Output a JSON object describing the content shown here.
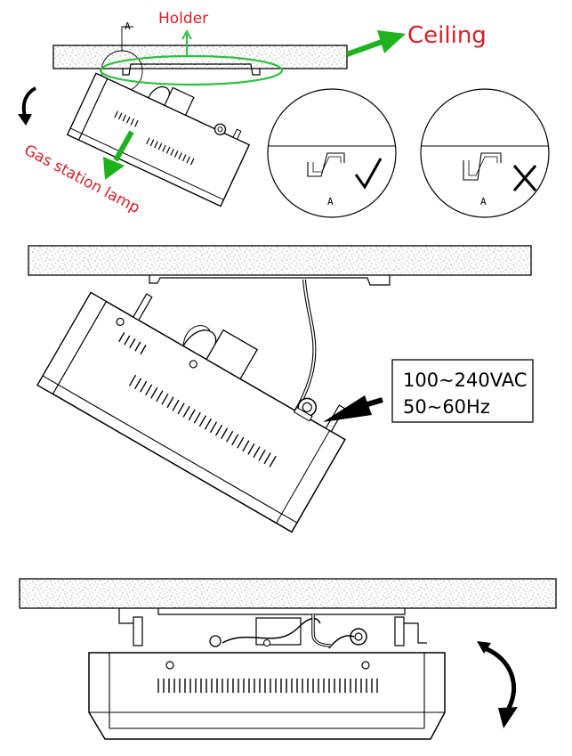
{
  "labels": {
    "holder": "Holder",
    "ceiling": "Ceiling",
    "lamp": "Gas station lamp",
    "detail_marker": "A"
  },
  "spec": {
    "voltage": "100~240VAC",
    "frequency": "50~60Hz"
  },
  "colors": {
    "label_red": "#d81f26",
    "arrow_green": "#1fb21f",
    "ellipse_green": "#2fbf3f",
    "line": "#000000"
  },
  "icons": [
    "rotate-arrow-icon",
    "checkmark-icon",
    "cross-icon",
    "pointer-arrow-icon"
  ]
}
